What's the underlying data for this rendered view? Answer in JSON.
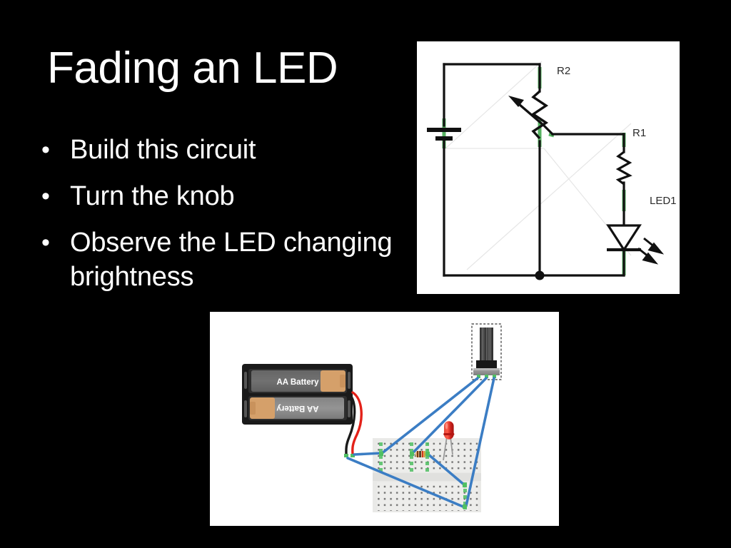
{
  "slide": {
    "background_color": "#000000",
    "text_color": "#ffffff",
    "title": "Fading an LED",
    "bullets": [
      {
        "marker": "•",
        "text": "Build this circuit"
      },
      {
        "marker": "•",
        "text": "Turn the knob"
      },
      {
        "marker": "•",
        "text": "Observe the LED changing brightness"
      }
    ]
  },
  "circuit_diagram": {
    "caption": "schematic-diagram",
    "background_color": "#ffffff",
    "wire_color": "#111111",
    "node_highlight_color": "#2e9b3a",
    "labels": {
      "potentiometer": "R2",
      "resistor": "R1",
      "led": "LED1"
    },
    "components": [
      {
        "name": "battery",
        "symbol": "cell",
        "label": ""
      },
      {
        "name": "potentiometer",
        "symbol": "rheostat-zigzag-with-arrow",
        "label": "R2"
      },
      {
        "name": "resistor",
        "symbol": "zigzag",
        "label": "R1"
      },
      {
        "name": "led",
        "symbol": "diode-triangle-with-emission-arrows",
        "label": "LED1"
      }
    ]
  },
  "breadboard_photo": {
    "caption": "breadboard-wiring-diagram",
    "background_color": "#ffffff",
    "battery_label": "AA Battery",
    "wire_colors": {
      "positive": "#e32119",
      "negative": "#1a1a1a",
      "jumper": "#3b7dc4"
    },
    "components": [
      {
        "name": "battery-holder",
        "label": "AA Battery",
        "count": 2
      },
      {
        "name": "potentiometer",
        "label": ""
      },
      {
        "name": "breadboard",
        "label": ""
      },
      {
        "name": "led",
        "label": ""
      },
      {
        "name": "resistor",
        "label": ""
      }
    ]
  }
}
